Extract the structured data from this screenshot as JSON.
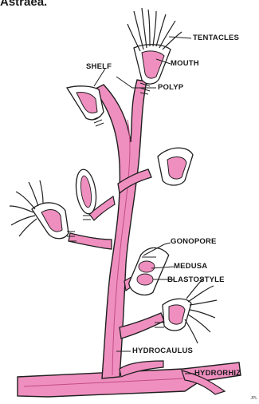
{
  "heading": "Astraea.",
  "diagram": {
    "labels": {
      "tentacles": "TENTACLES",
      "mouth": "MOUTH",
      "shelf": "SHELF",
      "polyp": "POLYP",
      "gonopore": "GONOPORE",
      "medusa": "MEDUSA",
      "blastostyle": "BLASTOSTYLE",
      "hydrocaulus": "HYDROCAULUS",
      "hydrorhiza": "HYDRORHIZ"
    },
    "corner_mark": "JPL"
  },
  "colors": {
    "coenosarc": "#ef8fbf",
    "coenosarc_dark": "#e0609f",
    "outline": "#1f1f1f",
    "tentacle": "#222222"
  }
}
